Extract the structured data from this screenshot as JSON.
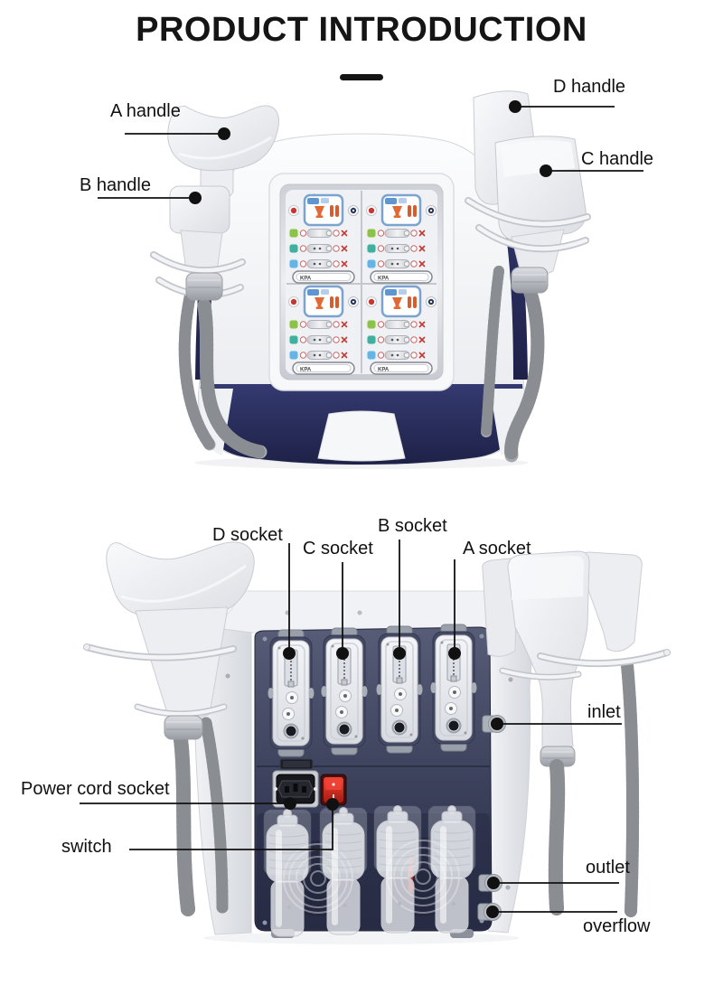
{
  "title": "PRODUCT INTRODUCTION",
  "front_view": {
    "labels": {
      "a_handle": "A handle",
      "b_handle": "B handle",
      "c_handle": "C handle",
      "d_handle": "D handle"
    },
    "panel_display_label": "KPA"
  },
  "back_view": {
    "labels": {
      "d_socket": "D socket",
      "c_socket": "C socket",
      "b_socket": "B socket",
      "a_socket": "A socket",
      "inlet": "inlet",
      "power_cord_socket": "Power cord socket",
      "switch": "switch",
      "outlet": "outlet",
      "overflow": "overflow"
    }
  },
  "colors": {
    "title_text": "#151515",
    "label_text": "#111111",
    "leader_line": "#111111",
    "machine_navy": "#2b2e5e",
    "back_panel": "#3a3f58",
    "switch_red": "#d8281c",
    "screen_orange": "#e06a35",
    "machine_white": "#f4f5f7"
  }
}
